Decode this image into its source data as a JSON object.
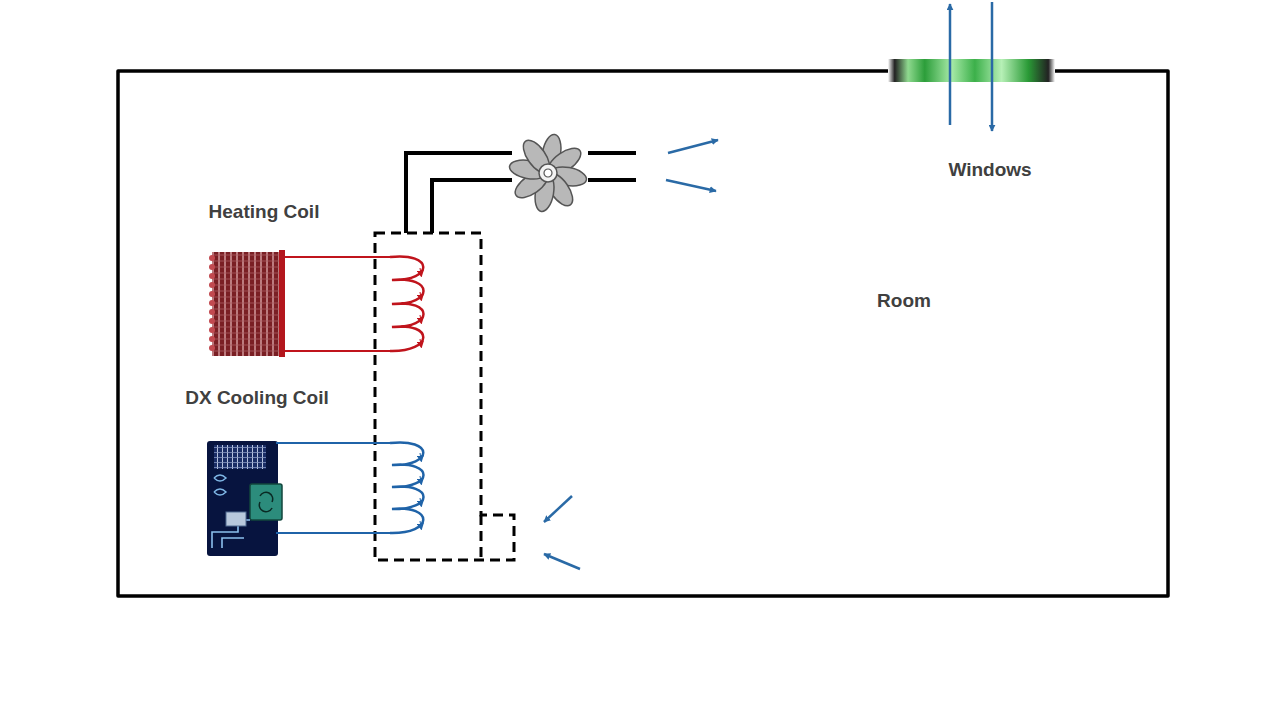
{
  "diagram": {
    "nodes": [
      {
        "text": [
          "Room"
        ]
      },
      {
        "text": [
          "Heating Coil"
        ],
        "in": 0
      },
      {
        "text": [
          "DX Cooling Coil"
        ],
        "in": 0
      },
      {
        "text": [
          "Windows"
        ],
        "in": 0
      }
    ]
  }
}
